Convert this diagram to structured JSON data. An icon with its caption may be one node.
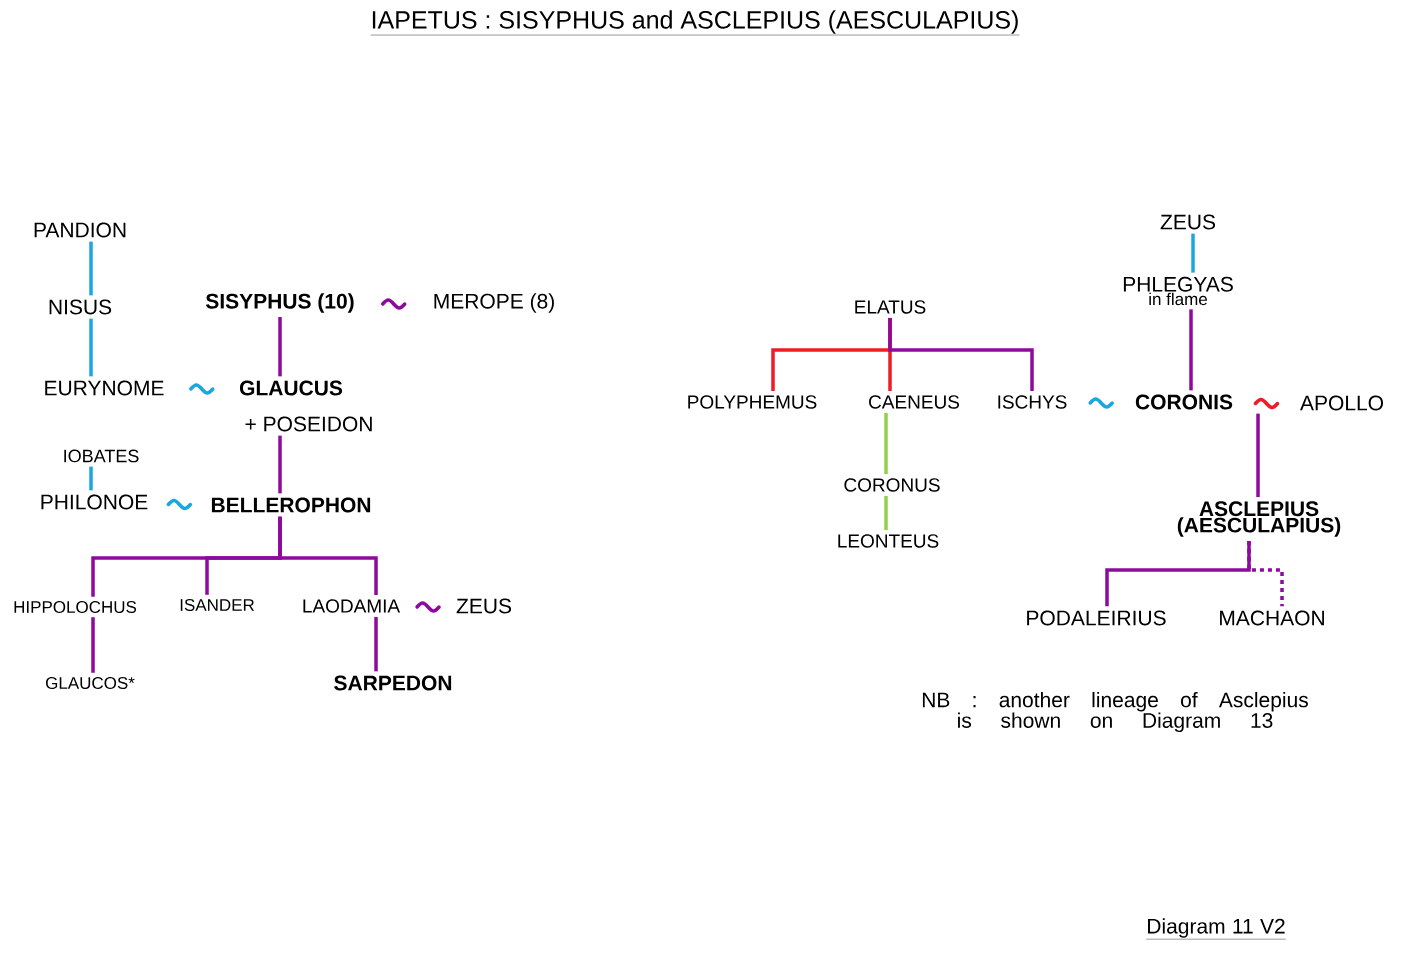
{
  "diagram": {
    "title": "IAPETUS : SISYPHUS and ASCLEPIUS (AESCULAPIUS)",
    "nodes": [
      {
        "text": [
          "PANDION"
        ]
      },
      {
        "text": [
          "NISUS"
        ]
      },
      {
        "text": [
          "EURYNOME"
        ]
      },
      {
        "text": [
          "SISYPHUS (10)"
        ]
      },
      {
        "text": [
          "MEROPE (8)"
        ]
      },
      {
        "text": [
          "GLAUCUS"
        ]
      },
      {
        "text": [
          "+ POSEIDON"
        ]
      },
      {
        "text": [
          "IOBATES"
        ]
      },
      {
        "text": [
          "PHILONOE"
        ]
      },
      {
        "text": [
          "BELLEROPHON"
        ]
      },
      {
        "text": [
          "HIPPOLOCHUS"
        ]
      },
      {
        "text": [
          "ISANDER"
        ]
      },
      {
        "text": [
          "LAODAMIA"
        ]
      },
      {
        "text": [
          "ZEUS"
        ]
      },
      {
        "text": [
          "GLAUCOS*"
        ]
      },
      {
        "text": [
          "SARPEDON"
        ]
      },
      {
        "text": [
          "ELATUS"
        ]
      },
      {
        "text": [
          "ZEUS"
        ]
      },
      {
        "text": [
          "PHLEGYAS",
          "in flame"
        ]
      },
      {
        "text": [
          "POLYPHEMUS"
        ]
      },
      {
        "text": [
          "CAENEUS"
        ]
      },
      {
        "text": [
          "ISCHYS"
        ]
      },
      {
        "text": [
          "CORONIS"
        ]
      },
      {
        "text": [
          "APOLLO"
        ]
      },
      {
        "text": [
          "CORONUS"
        ]
      },
      {
        "text": [
          "LEONTEUS"
        ]
      },
      {
        "text": [
          "ASCLEPIUS (AESCULAPIUS)"
        ]
      },
      {
        "text": [
          "PODALEIRIUS"
        ]
      },
      {
        "text": [
          "MACHAON"
        ]
      }
    ],
    "edges": [
      {
        "from": 0,
        "to": 1,
        "arrow": "none",
        "color": "#1aa7e0"
      },
      {
        "from": 1,
        "to": 2,
        "arrow": "none",
        "color": "#1aa7e0"
      },
      {
        "from": 3,
        "to": 5,
        "arrow": "none"
      },
      {
        "from": 6,
        "to": 9,
        "arrow": "none"
      },
      {
        "from": 7,
        "to": 8,
        "arrow": "none",
        "color": "#1aa7e0"
      },
      {
        "from": 9,
        "to": 10,
        "arrow": "none"
      },
      {
        "from": 9,
        "to": 11,
        "arrow": "none"
      },
      {
        "from": 9,
        "to": 12,
        "arrow": "none"
      },
      {
        "from": 10,
        "to": 14,
        "arrow": "none"
      },
      {
        "from": 12,
        "to": 15,
        "arrow": "none"
      },
      {
        "from": 17,
        "to": 18,
        "arrow": "none",
        "color": "#1aa7e0"
      },
      {
        "from": 16,
        "to": 19,
        "arrow": "none",
        "color": "#ee1c24"
      },
      {
        "from": 16,
        "to": 20,
        "arrow": "none",
        "color": "#ee1c24"
      },
      {
        "from": 16,
        "to": 21,
        "arrow": "none"
      },
      {
        "from": 18,
        "to": 22,
        "arrow": "none"
      },
      {
        "from": 20,
        "to": 24,
        "arrow": "none",
        "color": "#92d050"
      },
      {
        "from": 24,
        "to": 25,
        "arrow": "none",
        "color": "#92d050"
      },
      {
        "from": 22,
        "to": 26,
        "arrow": "none"
      },
      {
        "from": 26,
        "to": 27,
        "arrow": "none"
      },
      {
        "from": 26,
        "to": 28,
        "arrow": "none",
        "style": "dashed"
      },
      {
        "from": 3,
        "to": 4,
        "arrow": "none"
      },
      {
        "from": 2,
        "to": 5,
        "arrow": "none",
        "color": "#1aa7e0"
      },
      {
        "from": 8,
        "to": 9,
        "arrow": "none",
        "color": "#1aa7e0"
      },
      {
        "from": 12,
        "to": 13,
        "arrow": "none"
      },
      {
        "from": 21,
        "to": 22,
        "arrow": "none",
        "color": "#1aa7e0"
      },
      {
        "from": 22,
        "to": 23,
        "arrow": "none",
        "color": "#ee1c24"
      }
    ],
    "labels": [
      "NB : another lineage of Asclepius is shown on Diagram 13",
      "Diagram 11 V2"
    ]
  }
}
